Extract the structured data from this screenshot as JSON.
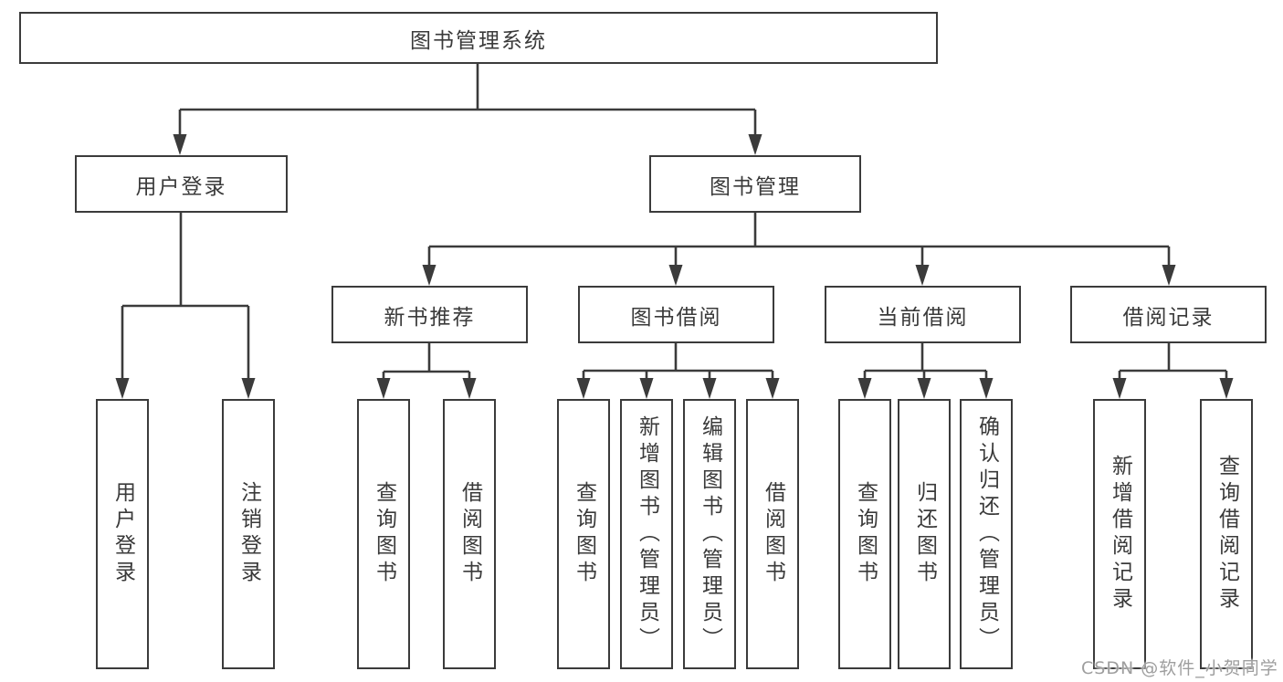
{
  "colors": {
    "line": "#3b3b3b",
    "text": "#3a3a3a",
    "watermark": "#9e9e9e",
    "background": "#ffffff"
  },
  "watermark": "CSDN @软件_小贺同学",
  "tree": {
    "root": {
      "label": "图书管理系统"
    },
    "children": [
      {
        "label": "用户登录",
        "leaves": [
          "用户登录",
          "注销登录"
        ]
      },
      {
        "label": "图书管理",
        "children": [
          {
            "label": "新书推荐",
            "leaves": [
              "查询图书",
              "借阅图书"
            ]
          },
          {
            "label": "图书借阅",
            "leaves": [
              "查询图书",
              "新增图书（管理员）",
              "编辑图书（管理员）",
              "借阅图书"
            ]
          },
          {
            "label": "当前借阅",
            "leaves": [
              "查询图书",
              "归还图书",
              "确认归还（管理员）"
            ]
          },
          {
            "label": "借阅记录",
            "leaves": [
              "新增借阅记录",
              "查询借阅记录"
            ]
          }
        ]
      }
    ]
  }
}
